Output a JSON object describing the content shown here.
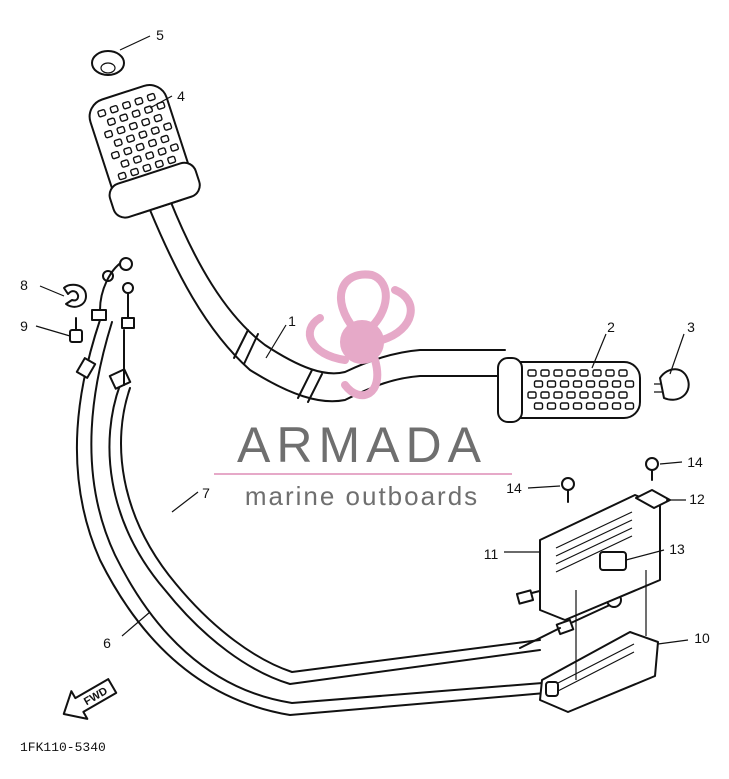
{
  "callouts": [
    {
      "id": "1",
      "part": "handlebar"
    },
    {
      "id": "2",
      "part": "grip-right"
    },
    {
      "id": "3",
      "part": "grip-end-right"
    },
    {
      "id": "4",
      "part": "grip-left"
    },
    {
      "id": "5",
      "part": "grip-end-left"
    },
    {
      "id": "6",
      "part": "cable-6"
    },
    {
      "id": "7",
      "part": "cable-7"
    },
    {
      "id": "8",
      "part": "clip"
    },
    {
      "id": "9",
      "part": "bolt"
    },
    {
      "id": "10",
      "part": "cover-lower"
    },
    {
      "id": "11",
      "part": "cover-upper"
    },
    {
      "id": "12",
      "part": "plate"
    },
    {
      "id": "13",
      "part": "block"
    },
    {
      "id": "14",
      "part": "screw"
    }
  ],
  "diagram_code": "1FK110-5340",
  "direction_marker": "FWD",
  "watermark": {
    "brand": "ARMADA",
    "tagline": "marine outboards",
    "brand_color": "#6f6f6f",
    "accent_color": "#e6a9c8"
  }
}
